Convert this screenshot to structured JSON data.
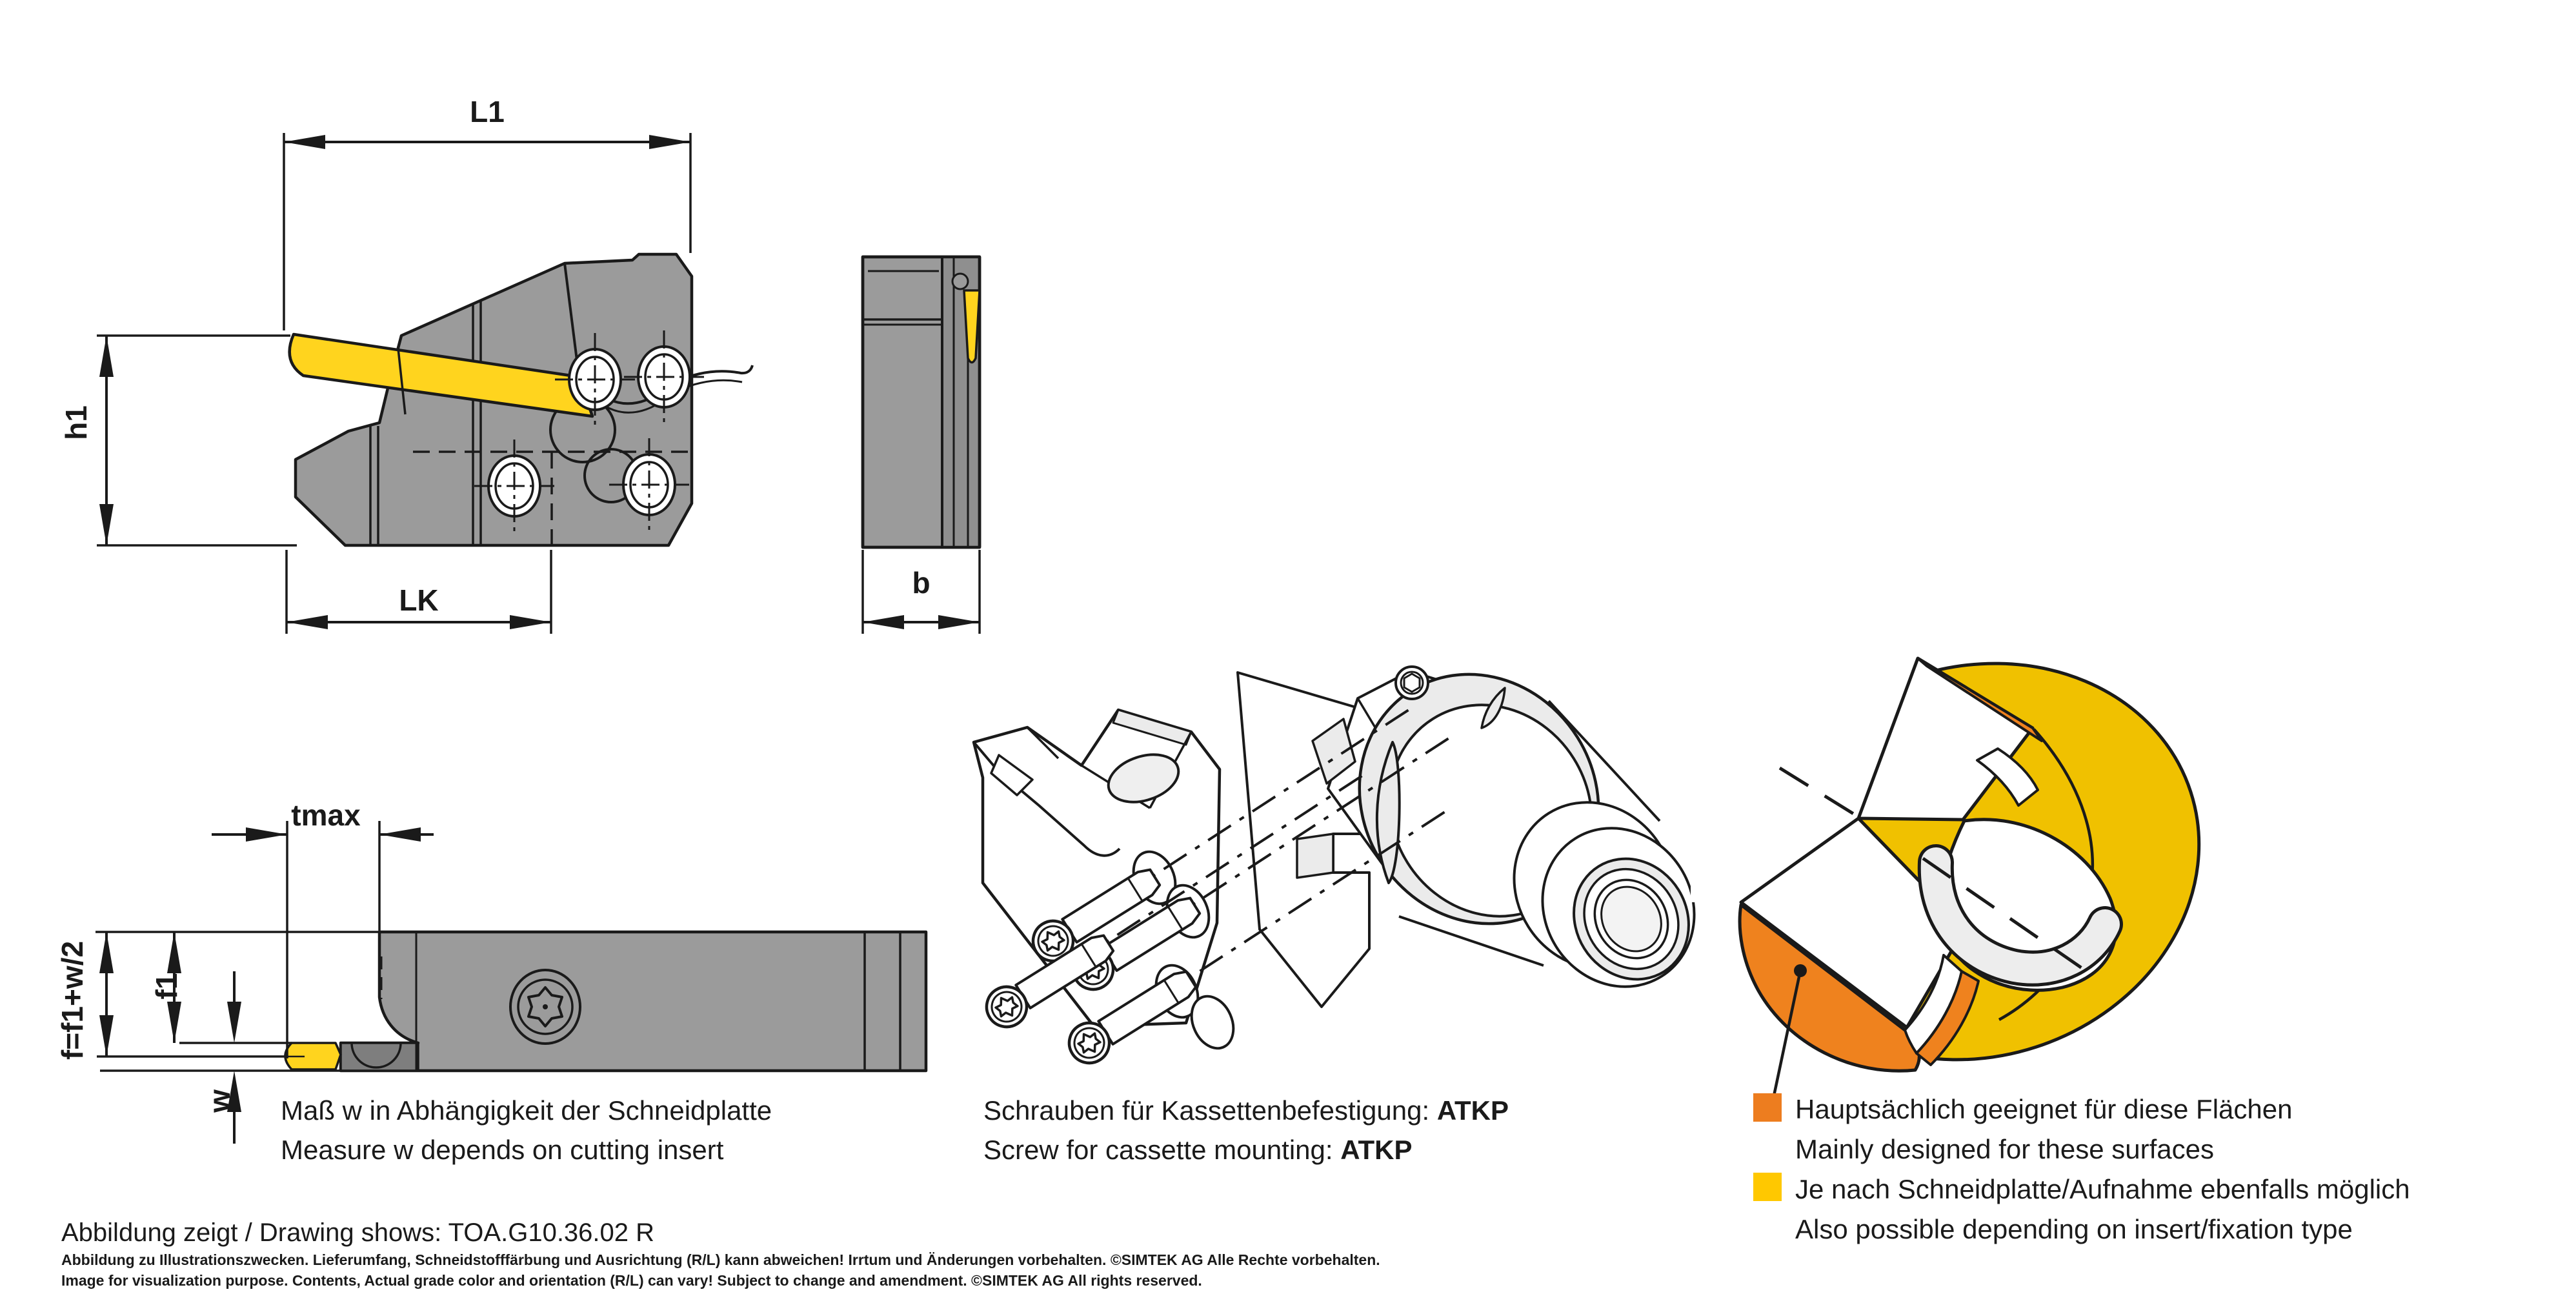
{
  "page": {
    "bg": "#FFFFFF",
    "ink": "#1A1A1A"
  },
  "palette": {
    "body_gray": "#9B9B9B",
    "clamp_gray": "#7E7E7E",
    "side_strip_gray": "#8F8F8F",
    "insert_yellow": "#FFD41E",
    "ring_yellow": "#F0C100",
    "face_orange": "#EF821E",
    "legend_orange": "#ED7D1F",
    "legend_yellow": "#FFC800",
    "light_gray": "#EBEBEB"
  },
  "dimensions": {
    "l1": "L1",
    "h1": "h1",
    "lk": "LK",
    "b": "b",
    "tmax": "tmax",
    "f": "f=f1+w/2",
    "f1": "f1",
    "w": "w"
  },
  "notes": {
    "insert_de": "Maß w in Abhängigkeit der Schneidplatte",
    "insert_en": "Measure w depends on cutting insert",
    "screw_de": "Schrauben für Kassettenbefestigung: ",
    "screw_en": "Screw for cassette mounting: ",
    "screw_code": "ATKP"
  },
  "legend": {
    "items": [
      {
        "color": "#ED7D1F",
        "label_de": "Hauptsächlich geeignet für diese Flächen",
        "label_en": "Mainly designed for these surfaces"
      },
      {
        "color": "#FFC800",
        "label_de": "Je nach Schneidplatte/Aufnahme ebenfalls möglich",
        "label_en": "Also possible depending on insert/fixation type"
      }
    ]
  },
  "footer": {
    "drawing_shows": "Abbildung zeigt / Drawing shows: TOA.G10.36.02 R",
    "disclaimer_de": "Abbildung zu Illustrationszwecken. Lieferumfang, Schneidstofffärbung und Ausrichtung (R/L) kann abweichen! Irrtum und Änderungen vorbehalten. ©SIMTEK AG Alle Rechte vorbehalten.",
    "disclaimer_en": "Image for visualization purpose. Contents, Actual grade color and orientation (R/L) can vary! Subject to change and amendment. ©SIMTEK AG All rights reserved."
  }
}
